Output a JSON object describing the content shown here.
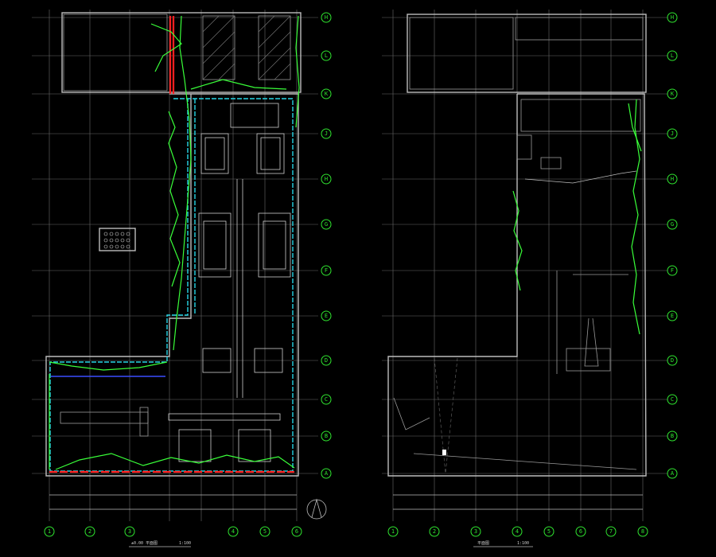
{
  "left_plan": {
    "row_labels": [
      "H",
      "L",
      "K",
      "J",
      "H",
      "G",
      "F",
      "E",
      "D",
      "C",
      "B",
      "A"
    ],
    "col_labels": [
      "1",
      "2",
      "3",
      "4",
      "5",
      "6"
    ],
    "title": "±0.00 平面图",
    "scale_note": "1:100"
  },
  "right_plan": {
    "row_labels": [
      "H",
      "L",
      "K",
      "J",
      "H",
      "G",
      "F",
      "E",
      "D",
      "C",
      "B",
      "A"
    ],
    "col_labels": [
      "1",
      "2",
      "3",
      "4",
      "5",
      "6",
      "7",
      "8"
    ],
    "title": "平面图",
    "scale_note": "1:100"
  },
  "colors": {
    "grid": "#6a6a6a",
    "bubble": "#2fe52f",
    "wiring": "#39ff39",
    "cyan_wall": "#27d6e6",
    "red_line": "#ff2020",
    "walls": "#bdbdbd"
  }
}
